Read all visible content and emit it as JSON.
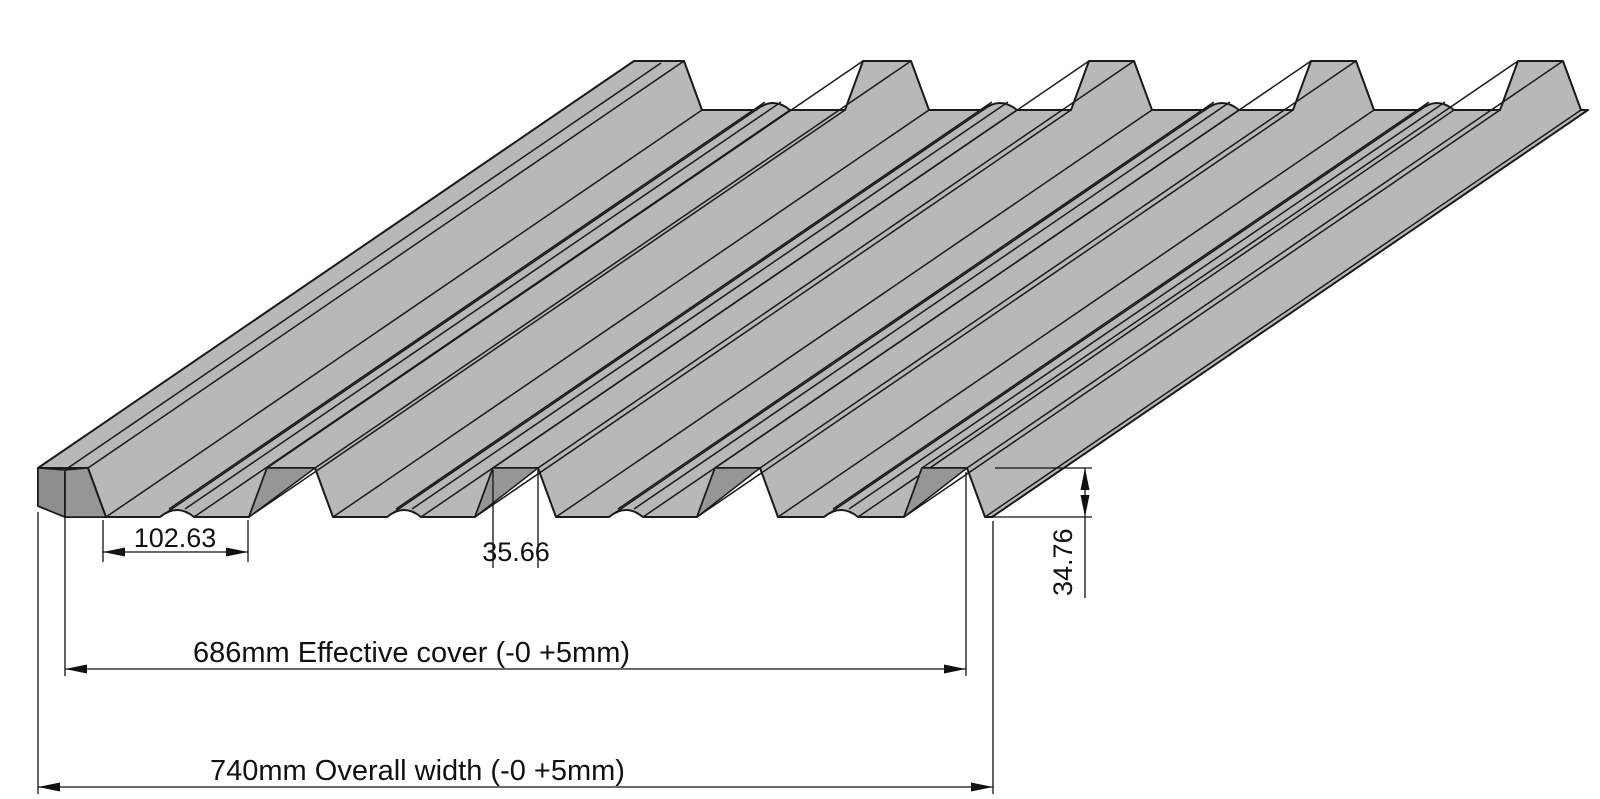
{
  "drawing": {
    "description": "Isometric technical drawing of a five-rib trapezoidal metal profile sheet",
    "rib_count": 5,
    "annotations": {
      "pan_width": "102.63",
      "rib_top_width": "35.66",
      "profile_height": "34.76",
      "effective_cover": "686mm Effective cover (-0 +5mm)",
      "overall_width": "740mm Overall width (-0 +5mm)"
    },
    "colors": {
      "background": "#ffffff",
      "sheet_top": "#b8b8b8",
      "sheet_shadow_face": "#969696",
      "sheet_cut_face": "#8d8d8d",
      "edge_line": "#1a1a1a",
      "dimension_line": "#111111"
    }
  }
}
